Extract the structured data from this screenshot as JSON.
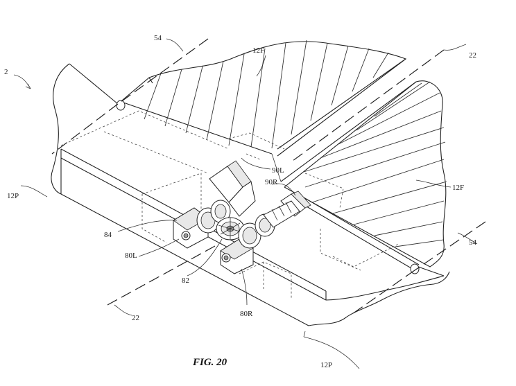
{
  "figure": {
    "caption": "FIG. 20"
  },
  "labels": {
    "assembly": "2",
    "axis_upper": "54",
    "axis_right": "54",
    "fold_line_upper": "22",
    "fold_line_lower": "22",
    "flap_upper": "12F",
    "flap_right": "12F",
    "panel_left": "12P",
    "panel_bottom": "12P",
    "lever_left": "90L",
    "lever_right": "90R",
    "housing": "84",
    "gear_left": "80L",
    "gear_right": "80R",
    "center_gear": "82"
  }
}
